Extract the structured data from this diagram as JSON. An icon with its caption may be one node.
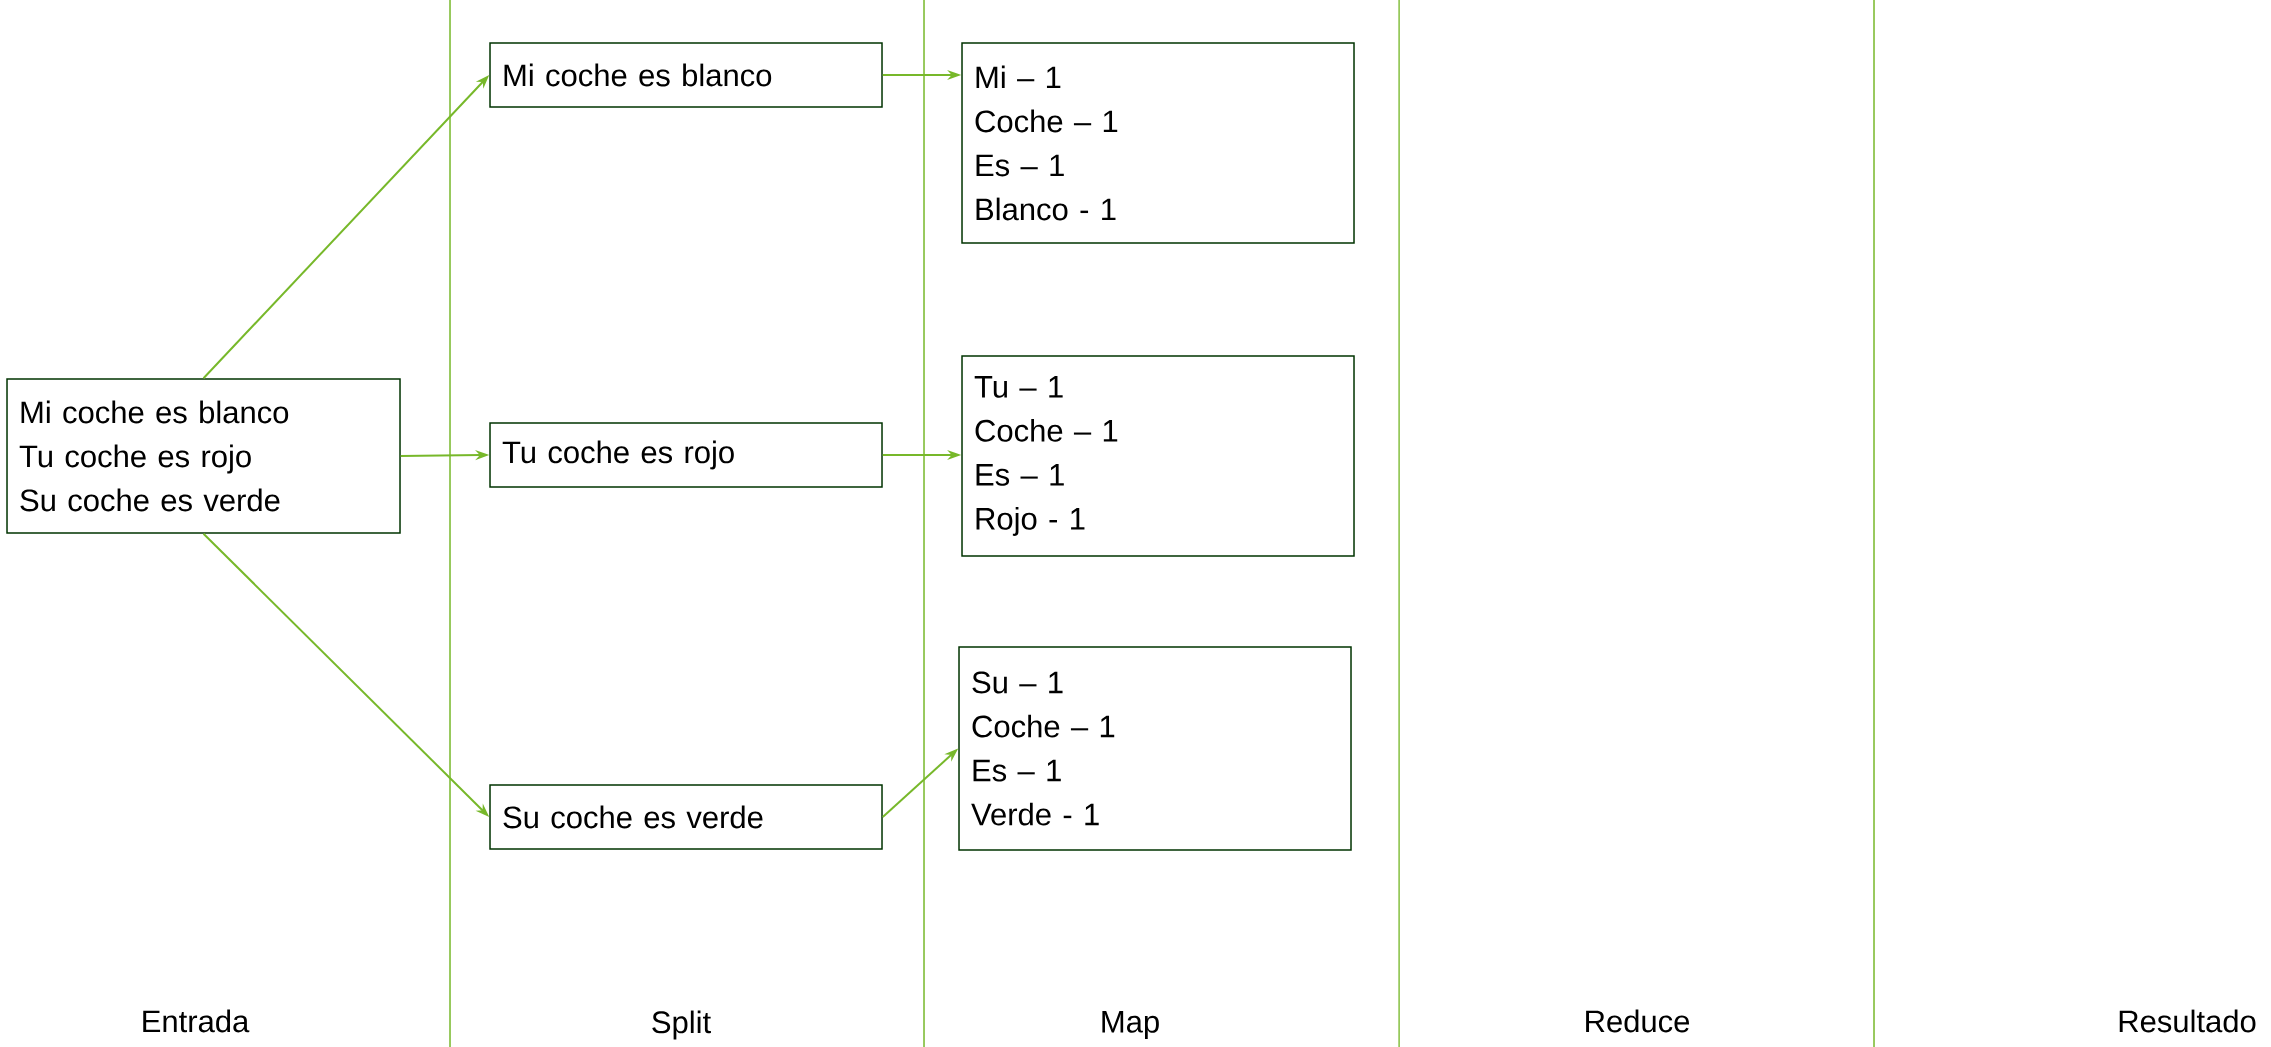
{
  "diagram": {
    "nodes": [
      {
        "text": [
          "Mi coche es blanco",
          "Tu coche es rojo",
          "Su coche es verde"
        ]
      },
      {
        "text": [
          "Mi coche es blanco"
        ]
      },
      {
        "text": [
          "Tu coche es rojo"
        ]
      },
      {
        "text": [
          "Su coche es verde"
        ]
      },
      {
        "text": [
          "Mi – 1",
          "Coche – 1",
          "Es – 1",
          "Blanco - 1"
        ]
      },
      {
        "text": [
          "Tu – 1",
          "Coche – 1",
          "Es – 1",
          "Rojo - 1"
        ]
      },
      {
        "text": [
          "Su – 1",
          "Coche – 1",
          "Es – 1",
          "Verde - 1"
        ]
      }
    ],
    "edges": [
      {
        "from": 0,
        "to": 1,
        "arrow": "to"
      },
      {
        "from": 0,
        "to": 2,
        "arrow": "to"
      },
      {
        "from": 0,
        "to": 3,
        "arrow": "to"
      },
      {
        "from": 1,
        "to": 4,
        "arrow": "to"
      },
      {
        "from": 2,
        "to": 5,
        "arrow": "to"
      },
      {
        "from": 3,
        "to": 6,
        "arrow": "to"
      }
    ],
    "labels": [
      "Entrada",
      "Split",
      "Map",
      "Reduce",
      "Resultado"
    ]
  }
}
